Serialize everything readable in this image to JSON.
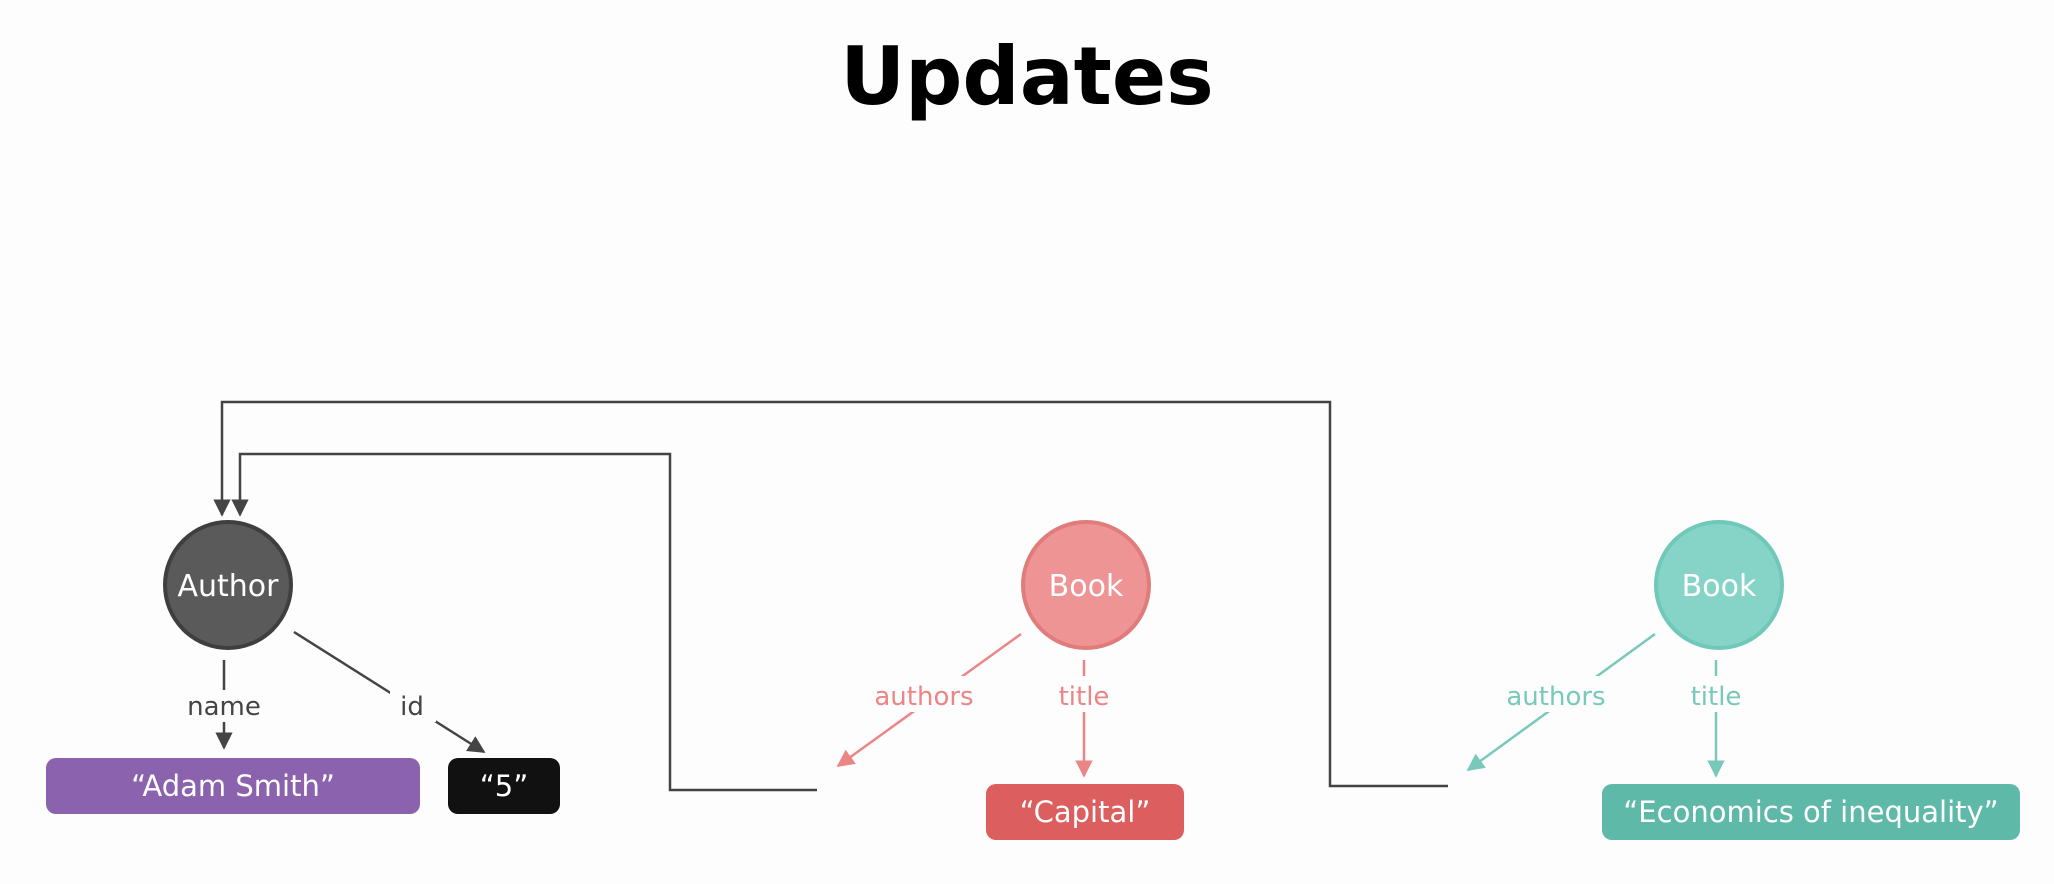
{
  "title": "Updates",
  "colors": {
    "author": "#5a5a5a",
    "book_red": "#ee9494",
    "book_red_text": "#ec8585",
    "capital_box": "#dc5e5e",
    "book_teal": "#86d4c7",
    "book_teal_text": "#79c9ba",
    "teal_box": "#5fb9a8",
    "name_box": "#8a62ad",
    "id_box": "#111111",
    "connector": "#444444"
  },
  "nodes": {
    "author": {
      "label": "Author"
    },
    "book1": {
      "label": "Book"
    },
    "book2": {
      "label": "Book"
    }
  },
  "edges": {
    "author_name": "name",
    "author_id": "id",
    "book1_authors": "authors",
    "book1_title": "title",
    "book2_authors": "authors",
    "book2_title": "title"
  },
  "values": {
    "author_name": "“Adam Smith”",
    "author_id": "“5”",
    "book1_title": "“Capital”",
    "book2_title": "“Economics of inequality”"
  }
}
